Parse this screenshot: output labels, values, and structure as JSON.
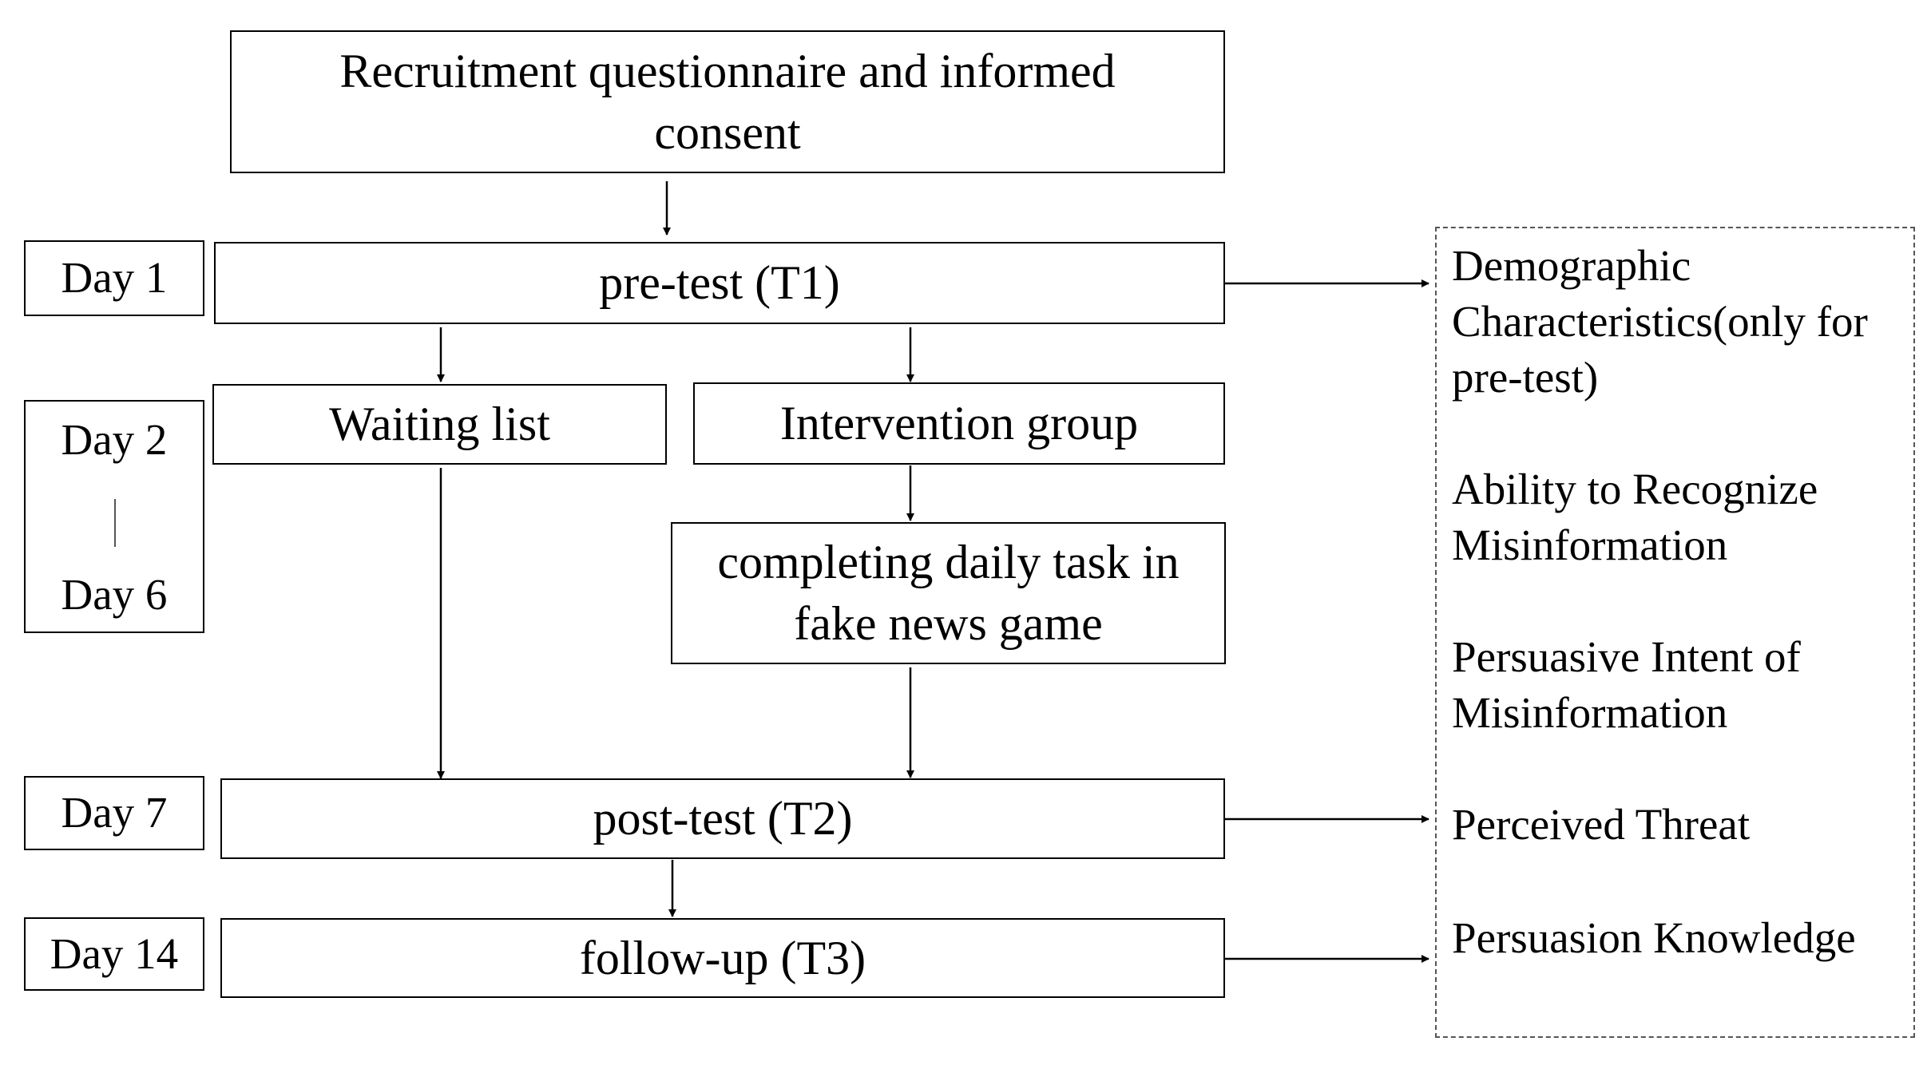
{
  "steps": {
    "recruitment": "Recruitment questionnaire and informed consent",
    "pretest": "pre-test (T1)",
    "waiting": "Waiting list",
    "intervention": "Intervention group",
    "daily_task": "completing daily task in fake news game",
    "posttest": "post-test (T2)",
    "followup": "follow-up (T3)"
  },
  "days": {
    "day1": "Day 1",
    "day2": "Day 2",
    "day6": "Day 6",
    "day7": "Day 7",
    "day14": "Day 14"
  },
  "outcomes": [
    "Demographic Characteristics(only for pre-test)",
    "Ability to Recognize Misinformation",
    "Persuasive Intent of Misinformation",
    "Perceived Threat",
    "Persuasion Knowledge"
  ]
}
